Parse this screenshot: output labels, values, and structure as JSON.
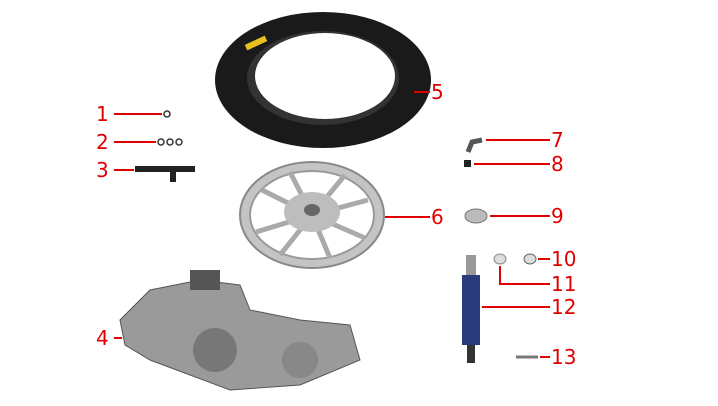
{
  "colors": {
    "callout": "#e00000",
    "tire": "#1a1a1a",
    "rim": "#b8b8b8",
    "spring": "#2a3a7a"
  },
  "callouts": [
    {
      "id": "1",
      "part": "clip"
    },
    {
      "id": "2",
      "part": "clips"
    },
    {
      "id": "3",
      "part": "bracket"
    },
    {
      "id": "4",
      "part": "engine"
    },
    {
      "id": "5",
      "part": "tire"
    },
    {
      "id": "6",
      "part": "wheel-rim"
    },
    {
      "id": "7",
      "part": "valve"
    },
    {
      "id": "8",
      "part": "valve-cap"
    },
    {
      "id": "9",
      "part": "washer"
    },
    {
      "id": "10",
      "part": "nut"
    },
    {
      "id": "11",
      "part": "washer-small"
    },
    {
      "id": "12",
      "part": "shock-absorber"
    },
    {
      "id": "13",
      "part": "bolt"
    }
  ]
}
